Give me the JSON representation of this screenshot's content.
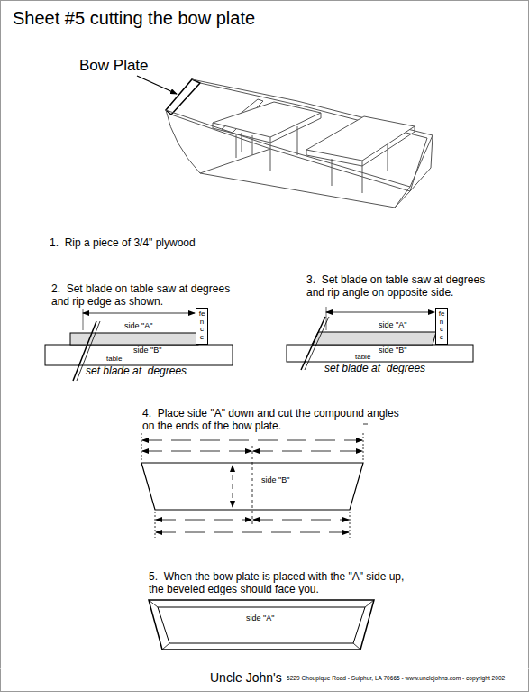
{
  "diagram": {
    "title": "Sheet #5 cutting the bow plate",
    "nodes": [
      {
        "text": [
          "fence"
        ]
      },
      {
        "text": [
          "table"
        ]
      },
      {
        "text": [
          "fence"
        ]
      },
      {
        "text": [
          "table"
        ]
      },
      {
        "text": [
          "side \"B\""
        ]
      },
      {
        "text": [
          "side \"A\""
        ]
      }
    ],
    "labels": [
      "Bow Plate",
      "1.  Rip a piece of 3/4\" plywood",
      "2.  Set blade on table saw at degrees and rip edge as shown.",
      "side \"A\"",
      "side \"B\"",
      "set blade at  degrees",
      "3.  Set blade on table saw at degrees and rip angle on opposite side.",
      "side \"A\"",
      "side \"B\"",
      "set blade at  degrees",
      "4.  Place side \"A\" down and cut the compound angles on the ends of the bow plate.",
      "5.  When the bow plate is placed with the \"A\" side up, the beveled edges should face you.",
      "Uncle John's",
      "5229 Choupique Road - Sulphur, LA 70665 - www.unclejohns.com - copyright 2002"
    ]
  }
}
